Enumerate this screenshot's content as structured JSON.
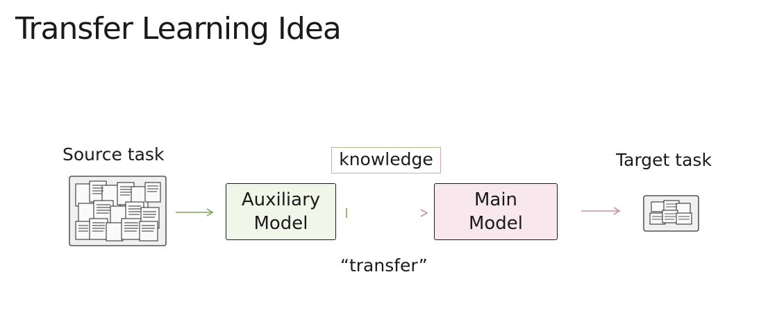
{
  "slide": {
    "title": "Transfer Learning Idea"
  },
  "diagram": {
    "source_label": "Source task",
    "target_label": "Target task",
    "auxiliary_model": {
      "line1": "Auxiliary",
      "line2": "Model"
    },
    "main_model": {
      "line1": "Main",
      "line2": "Model"
    },
    "knowledge_label": "knowledge",
    "transfer_label": "“transfer”",
    "icons": {
      "source": "document-pile-icon",
      "target": "documents-icon"
    },
    "colors": {
      "green_arrow": "#7fa35a",
      "pink_arrow": "#c98fa0",
      "aux_fill": "#f1f7e8",
      "main_fill": "#f8e8ee"
    }
  }
}
